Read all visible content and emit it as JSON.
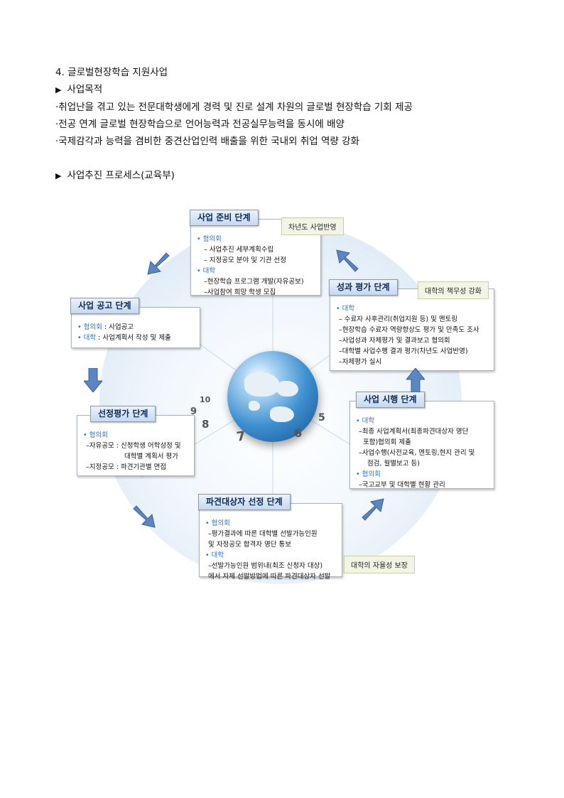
{
  "section": {
    "title": "4. 글로벌현장학습 지원사업",
    "purpose_heading": "사업목적",
    "purpose_items": [
      "·취업난을 겪고 있는 전문대학생에게 경력 및 진로 설계 차원의 글로벌 현장학습 기회 제공",
      "·전공 연계 글로벌 현장학습으로 언어능력과 전공실무능력을 동시에 배양",
      "·국제감각과 능력을 겸비한 중견산업인력 배출을 위한 국내외 취업 역량 강화"
    ],
    "process_heading": "사업추진 프로세스(교육부)",
    "bullet_symbol": "▶"
  },
  "diagram": {
    "stages": {
      "prep": {
        "title": "사업 준비 단계",
        "org1": "협의회",
        "org1_items": [
          "– 사업추진 세부계획수립",
          "– 지정공모 분야 및 기관 선정"
        ],
        "org2": "대학",
        "org2_items": [
          "–현장학습 프로그램 개발(자유공보)",
          "–사업참여 희망 학생 모집"
        ]
      },
      "announce": {
        "title": "사업 공고 단계",
        "line1_org": "협의회",
        "line1_text": " : 사업공고",
        "line2_org": "대학",
        "line2_text": " : 사업계획서 작성 및 제출"
      },
      "selection": {
        "title": "선정평가 단계",
        "org1": "협의회",
        "items": [
          "–자유공모 : 신청학생 어학성정 및",
          "대학별 계획서 평가",
          "–지정공모 : 파견기관별 면접"
        ]
      },
      "dispatch": {
        "title": "파견대상자 선정 단계",
        "org1": "협의회",
        "org1_items": [
          "–평가결과에 따른 대학별 선발가능인원",
          "및 자정공모 합격자 명단 통보"
        ],
        "org2": "대학",
        "org2_items": [
          "–선발가능인원 범위내(최조 신청자 대상)",
          "에서 자체 선발방법에 따른 파견대상자 선발"
        ]
      },
      "execute": {
        "title": "사업 시행 단계",
        "org1": "대학",
        "org1_items": [
          "–최종 사업계획서(최종파견대상자  명단",
          "포함)협의회 제출",
          "–사업수행(사전교육, 멘토링,현지 관리 및",
          "점검, 월별보고 등)"
        ],
        "org2": "협의회",
        "org2_items": [
          "–국고교부 및 대학별 현황 관리"
        ]
      },
      "evaluate": {
        "title": "성과 평가 단계",
        "org1": "대학",
        "items": [
          "– 수료자 사후관리(취업지원 등) 및 멘토링",
          "–현장학습 수료자 역량향상도 평가 및 만족도 조사",
          "–사업성과 자체평가 및 결과보고 협의회",
          "–대학별 사업수행 결과 평가(차년도 사업반영)",
          "–자체평가 실시"
        ]
      }
    },
    "notes": {
      "next_year": "차년도 사업반영",
      "accountability": "대학의 책무성 강화",
      "autonomy": "대학의 자율성 보장"
    },
    "globe_numbers": [
      "7",
      "8",
      "9",
      "10",
      "6",
      "5"
    ],
    "colors": {
      "header_text": "#0c2a5a",
      "org_blue": "#2a74c4",
      "arrow_blue": "#5b86c4",
      "note_bg": "#f2f5e6"
    }
  }
}
